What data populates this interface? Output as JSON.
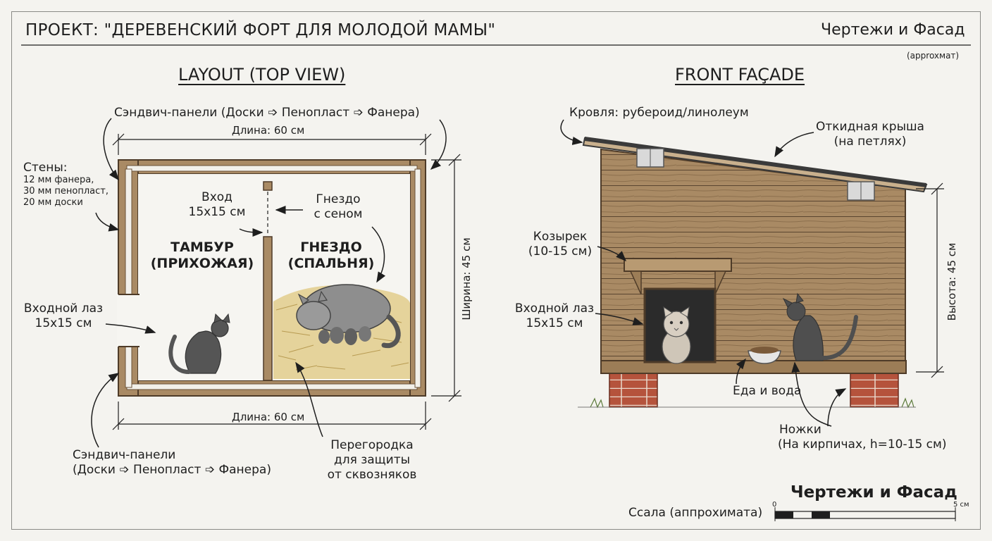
{
  "header": {
    "project_title": "ПРОЕКТ: \"ДЕРЕВЕНСКИЙ ФОРТ ДЛЯ МОЛОДОЙ МАМЫ\"",
    "subtitle": "Чертежи и Фасад",
    "approx": "(approxмат)"
  },
  "layout": {
    "title": "LAYOUT (TOP VIEW)",
    "top_panels": "Сэндвич-панели (Доски ➩ Пенопласт ➩ Фанера)",
    "length_top": "Длина: 60 см",
    "length_bottom": "Длина: 60 см",
    "width": "Ширина: 45 см",
    "walls_title": "Стены:",
    "walls_lines": [
      "12 мм фанера,",
      "30 мм пенопласт,",
      "20 мм доски"
    ],
    "entry_lines": [
      "Вход",
      "15х15 см"
    ],
    "nest_hay_lines": [
      "Гнездо",
      "с сеном"
    ],
    "vestibule_lines": [
      "ТАМБУР",
      "(ПРИХОЖАЯ)"
    ],
    "nest_lines": [
      "ГНЕЗДО",
      "(СПАЛЬНЯ)"
    ],
    "hole_lines": [
      "Входной лаз",
      "15х15 см"
    ],
    "bottom_panels_lines": [
      "Сэндвич-панели",
      "(Доски ➩ Пенопласт ➩ Фанера)"
    ],
    "partition_lines": [
      "Перегородка",
      "для защиты",
      "от сквозняков"
    ]
  },
  "facade": {
    "title": "FRONT FAÇADE",
    "roof_material": "Кровля: рубероид/линолеум",
    "hinged_roof_lines": [
      "Откидная крыша",
      "(на петлях)"
    ],
    "visor_lines": [
      "Козырек",
      "(10-15 см)"
    ],
    "hole_lines": [
      "Входной лаз",
      "15х15 см"
    ],
    "food": "Еда и вода",
    "legs_lines": [
      "Ножки",
      "(На кирпичах, h=10-15 см)"
    ],
    "height": "Высота: 45 см"
  },
  "footer": {
    "title": "Чертежи и Фасад",
    "scale_label": "Ссала (аппрохимата)",
    "scale_start": "0",
    "scale_end": "5 см"
  },
  "colors": {
    "ink": "#1e1e1e",
    "wood": "#a98a64",
    "wood_dark": "#6b5239",
    "insulation": "#f2f0ea",
    "brick": "#b5533c",
    "hay": "#d8c27a",
    "cat": "#5c5c5c",
    "roof": "#3a3a3a"
  },
  "icons": [
    "hinge-icon",
    "arrow-icon",
    "cat-icon",
    "kitten-icon",
    "bowl-icon",
    "brick-icon"
  ]
}
